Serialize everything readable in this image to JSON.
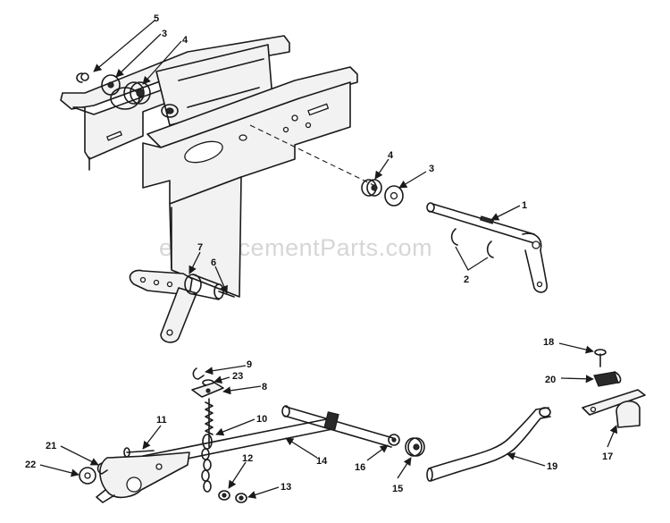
{
  "watermark": "eReplacementParts.com",
  "callouts": [
    "1",
    "2",
    "3",
    "3",
    "4",
    "4",
    "5",
    "6",
    "7",
    "8",
    "9",
    "10",
    "11",
    "12",
    "13",
    "14",
    "15",
    "16",
    "17",
    "18",
    "19",
    "20",
    "21",
    "22",
    "23"
  ]
}
